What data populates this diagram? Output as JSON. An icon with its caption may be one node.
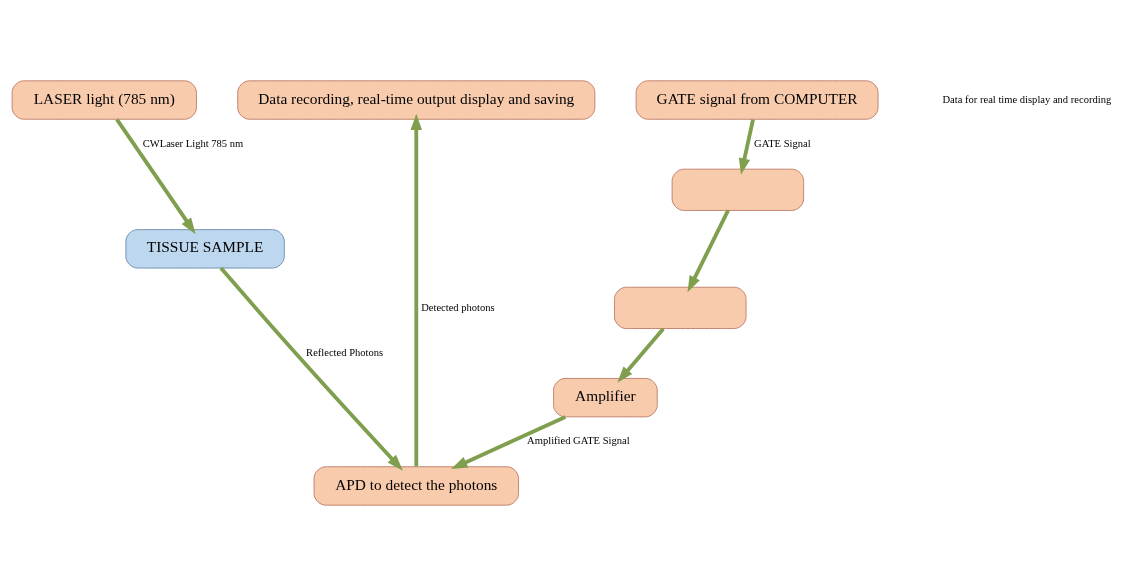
{
  "diagram": {
    "nodes": [
      {
        "text": [
          "LASER light (785 nm)"
        ]
      },
      {
        "text": [
          "TISSUE SAMPLE"
        ]
      },
      {
        "text": [
          "APD to detect the photons"
        ]
      },
      {
        "text": [
          "GATE signal from COMPUTER"
        ]
      },
      {
        "text": [
          "Data recording, real-time output display and saving"
        ]
      },
      {
        "text": [],
        "shape": "box"
      },
      {
        "text": [],
        "shape": "box"
      },
      {
        "text": [
          "Amplifier"
        ]
      }
    ],
    "edges": [
      {
        "from": 0,
        "to": 1,
        "arrow": "to",
        "label": "CWLaser Light 785 nm"
      },
      {
        "from": 1,
        "to": 2,
        "arrow": "to",
        "label": "Reflected Photons"
      },
      {
        "from": 2,
        "to": 4,
        "arrow": "to",
        "label": "Detected photons"
      },
      {
        "from": 3,
        "to": 5,
        "arrow": "to",
        "label": "GATE Signal"
      },
      {
        "from": 5,
        "to": 6,
        "arrow": "to"
      },
      {
        "from": 6,
        "to": 7,
        "arrow": "to"
      },
      {
        "from": 7,
        "to": 2,
        "arrow": "to",
        "label": "Amplified GATE Signal"
      }
    ],
    "labels": [
      "Data for real time display and recording"
    ]
  }
}
